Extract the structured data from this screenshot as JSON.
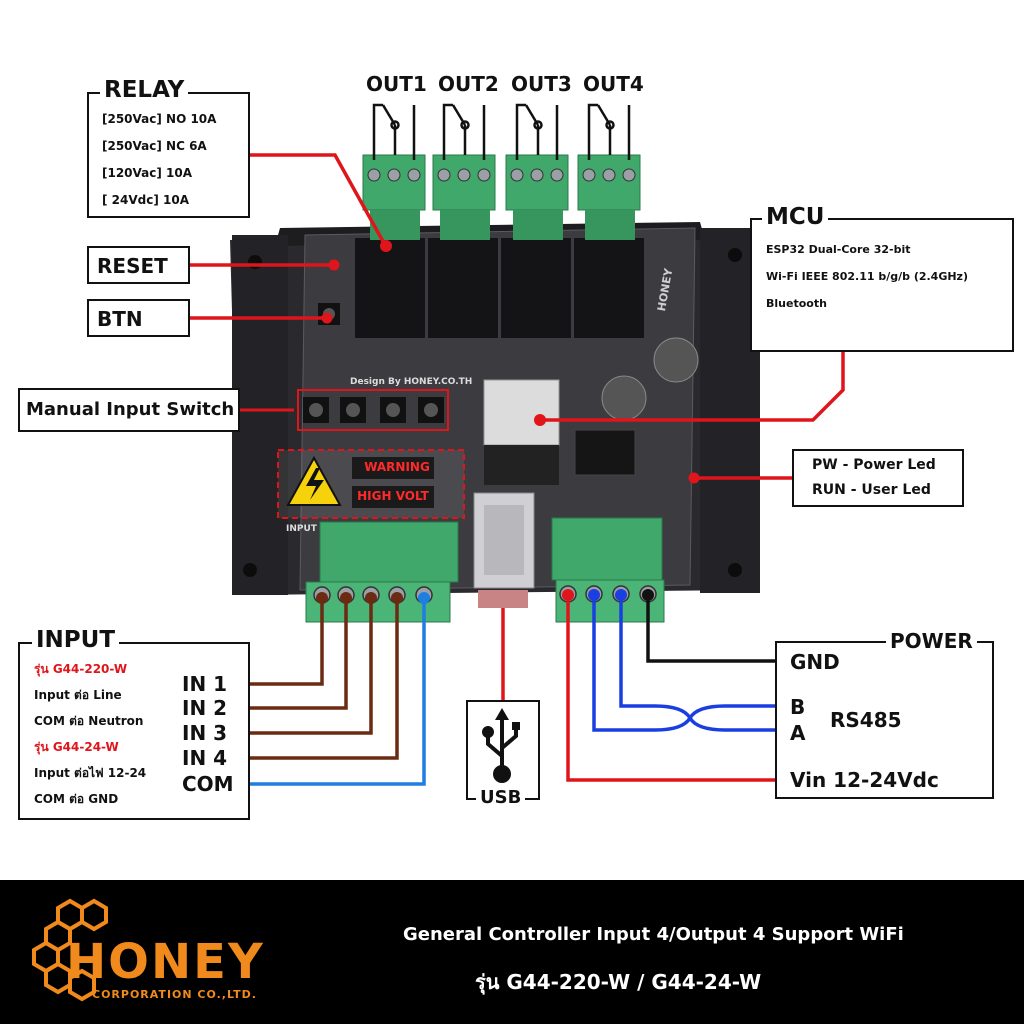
{
  "relay": {
    "title": "RELAY",
    "rows": [
      "[250Vac] NO 10A",
      "[250Vac] NC   6A",
      "[120Vac]      10A",
      "[  24Vdc]      10A"
    ]
  },
  "outputs": [
    "OUT1",
    "OUT2",
    "OUT3",
    "OUT4"
  ],
  "reset_label": "RESET",
  "btn_label": "BTN",
  "manual_switch_label": "Manual Input Switch",
  "mcu": {
    "title": "MCU",
    "lines": [
      "ESP32 Dual-Core 32-bit",
      "Wi-Fi IEEE 802.11 b/g/b (2.4GHz)",
      "Bluetooth"
    ]
  },
  "leds": [
    "PW - Power Led",
    "RUN - User Led"
  ],
  "warning": [
    "WARNING",
    "HIGH VOLT"
  ],
  "board": {
    "design_text": "Design By HONEY.CO.TH",
    "input_text": "INPUT",
    "brand_text": "HONEY"
  },
  "input_box": {
    "title": "INPUT",
    "lines": [
      {
        "text": "รุ่น G44-220-W",
        "color": "#e0151b"
      },
      {
        "text": "Input ต่อ Line",
        "color": "#111111"
      },
      {
        "text": "COM ต่อ Neutron",
        "color": "#111111"
      },
      {
        "text": "รุ่น G44-24-W",
        "color": "#e0151b"
      },
      {
        "text": "Input ต่อไฟ 12-24",
        "color": "#111111"
      },
      {
        "text": "COM ต่อ GND",
        "color": "#111111"
      }
    ]
  },
  "input_terms": [
    "IN 1",
    "IN 2",
    "IN 3",
    "IN 4",
    "COM"
  ],
  "usb_label": "USB",
  "power": {
    "title": "POWER",
    "gnd": "GND",
    "b": "B",
    "a": "A",
    "rs485": "RS485",
    "vin": "Vin 12-24Vdc"
  },
  "footer": {
    "line1": "General Controller Input 4/Output 4 Support WiFi",
    "line2": "รุ่น G44-220-W / G44-24-W",
    "logo_name": "HONEY",
    "logo_sub": "CORPORATION CO.,LTD."
  },
  "colors": {
    "wire_red": "#e0151b",
    "wire_brown": "#6b2a12",
    "wire_blue": "#1a3fe0",
    "wire_lightblue": "#1e7fe0",
    "terminal_green": "#3fa86a",
    "honey_orange": "#f08a1c"
  }
}
